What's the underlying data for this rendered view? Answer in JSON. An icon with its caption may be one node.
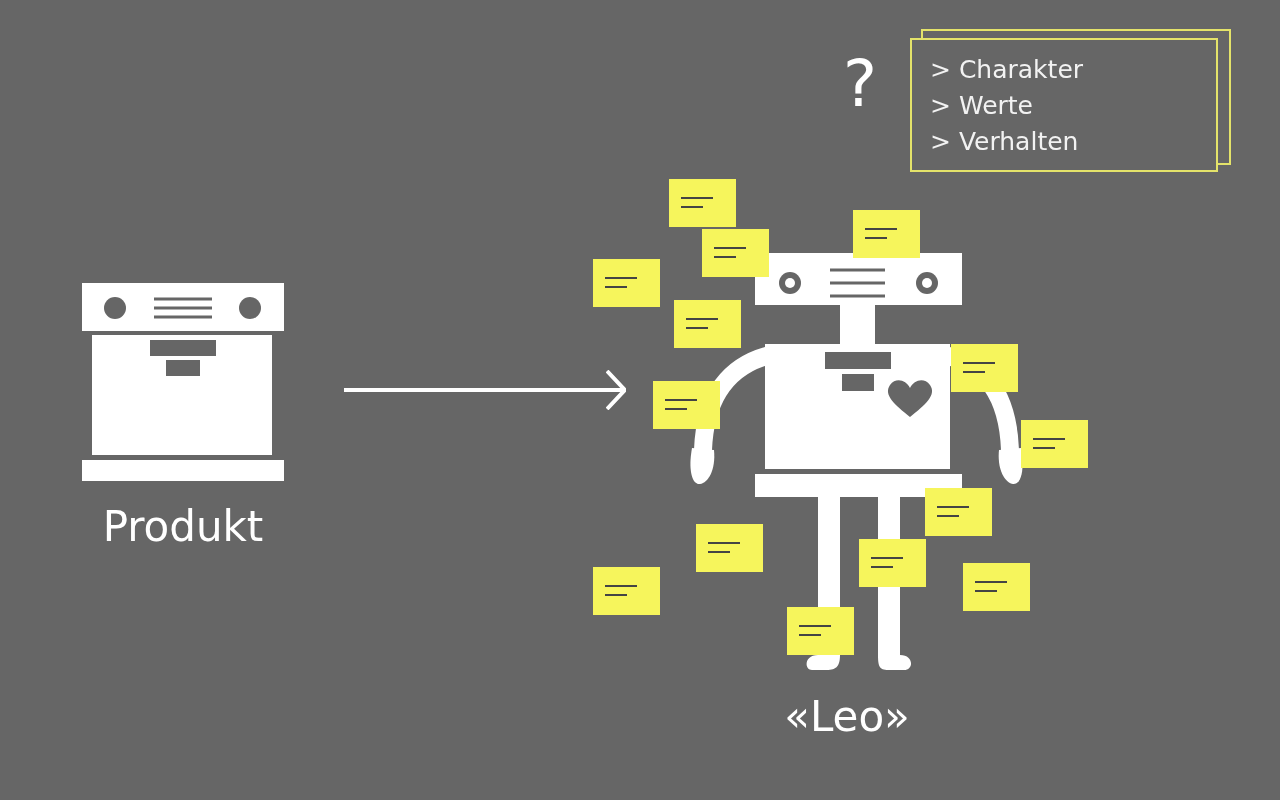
{
  "diagram": {
    "nodes": [
      {
        "text": [],
        "shape": "picture",
        "beside": [
          "Produkt"
        ]
      },
      {
        "text": [],
        "shape": "picture",
        "beside": [
          "«Leo»"
        ]
      },
      {
        "text": [
          "> Charakter",
          "> Werte",
          "> Verhalten"
        ]
      }
    ],
    "edges": [
      {
        "from": 0,
        "to": 1,
        "arrow": "to"
      }
    ],
    "labels": [
      "?"
    ]
  }
}
